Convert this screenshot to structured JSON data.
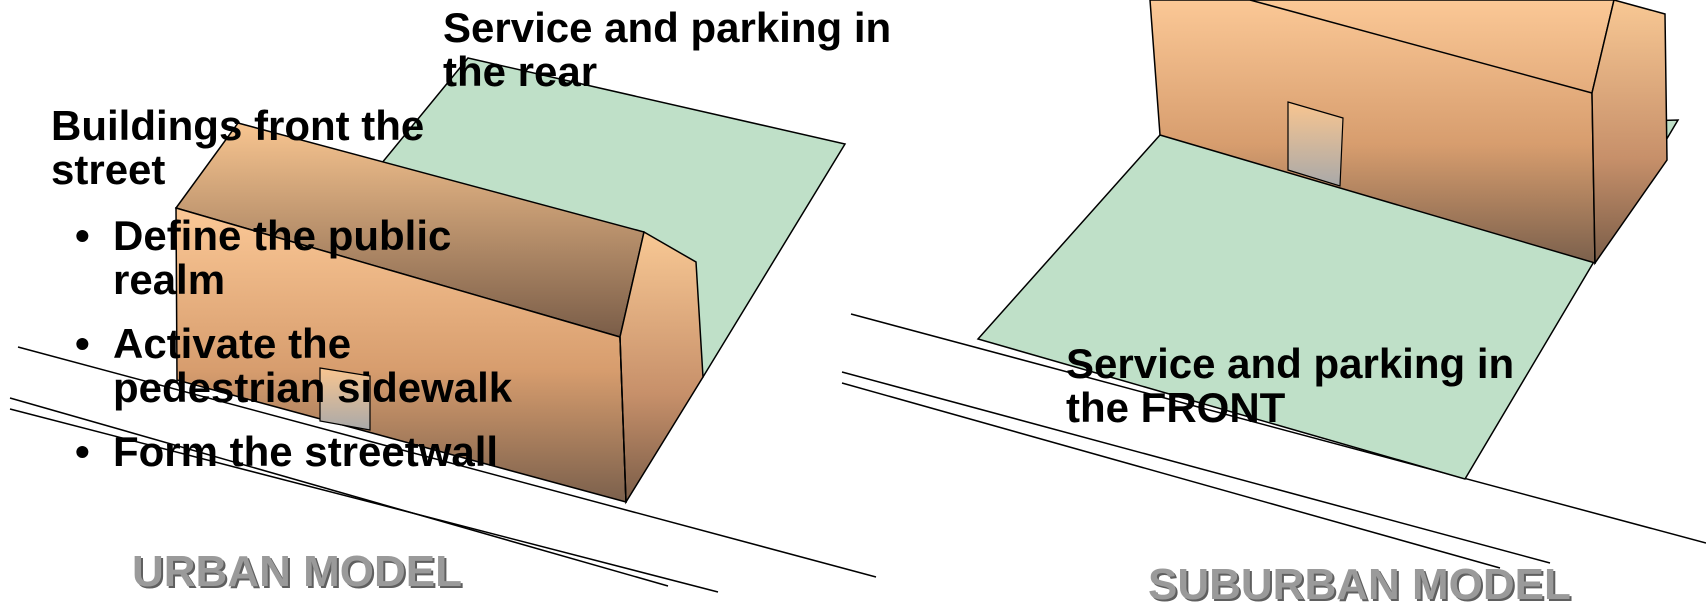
{
  "urban": {
    "rear_label_line1": "Service and parking in",
    "rear_label_line2": "the rear",
    "front_heading_line1": "Buildings front the",
    "front_heading_line2": "street",
    "bullets": [
      {
        "line1": "Define the public",
        "line2": "realm"
      },
      {
        "line1": "Activate the",
        "line2": "pedestrian sidewalk"
      },
      {
        "line1": "Form the streetwall",
        "line2": ""
      }
    ],
    "model_label": "URBAN MODEL"
  },
  "suburban": {
    "front_label_line1": "Service and parking in",
    "front_label_line2": "the FRONT",
    "model_label": "SUBURBAN MODEL"
  },
  "colors": {
    "lot_green": "#bfe0c8",
    "building_light": "#f8c590",
    "building_dark": "#7a5d48",
    "model_text": "#9a9a9a"
  }
}
